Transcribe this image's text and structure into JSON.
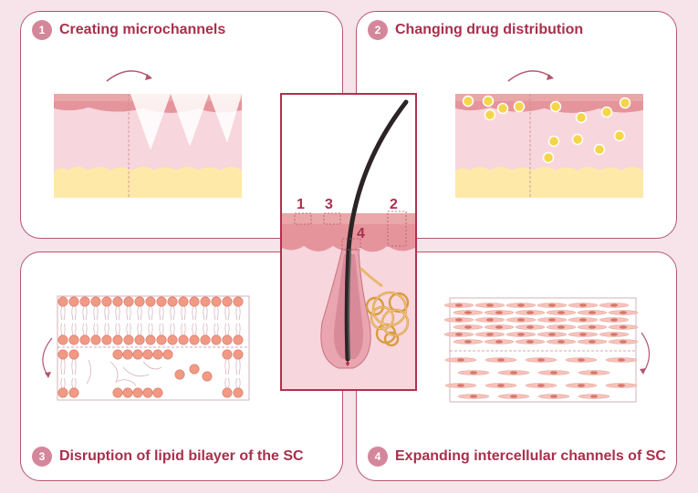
{
  "panels": [
    {
      "num": "1",
      "title": "Creating microchannels"
    },
    {
      "num": "2",
      "title": "Changing drug distribution"
    },
    {
      "num": "3",
      "title": "Disruption of lipid bilayer of the SC"
    },
    {
      "num": "4",
      "title": "Expanding intercellular channels of SC"
    }
  ],
  "center": {
    "labels": [
      "1",
      "3",
      "2",
      "4"
    ]
  },
  "colors": {
    "accent": "#a8304c",
    "border": "#b3566f",
    "badge": "#d4879b",
    "skin": "#f7cfd7",
    "epidermis": "#e6949c",
    "fat": "#ffe9a8",
    "drug": "#f5d54a",
    "lipid": "#f09a84"
  }
}
